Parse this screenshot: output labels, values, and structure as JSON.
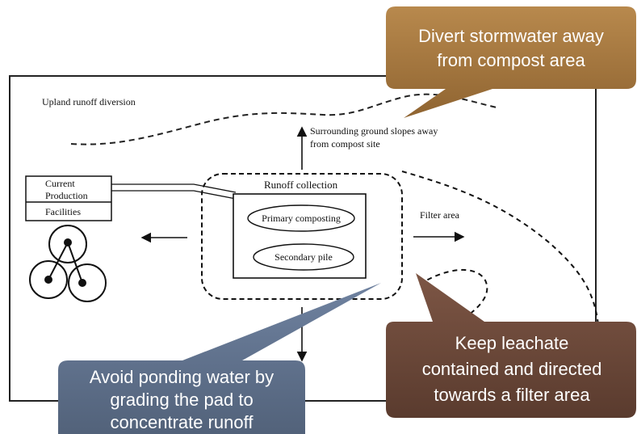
{
  "labels": {
    "upland_runoff": "Upland runoff diversion",
    "slopes_line1": "Surrounding ground slopes away",
    "slopes_line2": "from compost site",
    "runoff_collection": "Runoff collection",
    "primary_composting": "Primary composting",
    "secondary_pile": "Secondary pile",
    "filter_area": "Filter area",
    "facility_line1": "Current",
    "facility_line2": "Production",
    "facility_line3": "Facilities"
  },
  "callouts": {
    "divert": {
      "line1": "Divert stormwater away",
      "line2": "from compost area",
      "color": "#a0743d"
    },
    "leachate": {
      "line1": "Keep leachate",
      "line2": "contained and directed",
      "line3": "towards a filter area",
      "color": "#6b4838"
    },
    "ponding": {
      "line1": "Avoid ponding water by",
      "line2": "grading the pad to",
      "line3": "concentrate runoff",
      "color": "#5e6f86"
    }
  }
}
